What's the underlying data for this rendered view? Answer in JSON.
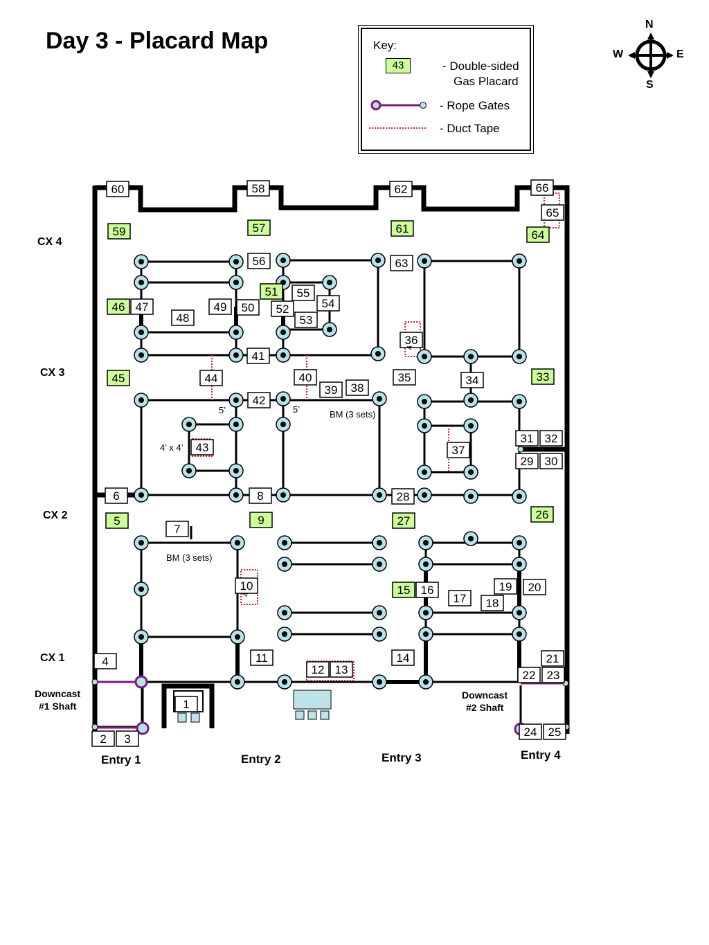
{
  "title": "Day 3 - Placard Map",
  "key": {
    "title": "Key:",
    "placard_example": "43",
    "placard_desc_1": "- Double-sided",
    "placard_desc_2": "Gas Placard",
    "rope_desc": "- Rope Gates",
    "tape_desc": "- Duct Tape"
  },
  "compass": {
    "n": "N",
    "s": "S",
    "e": "E",
    "w": "W"
  },
  "crosscuts": [
    "CX 4",
    "CX 3",
    "CX 2",
    "CX 1"
  ],
  "entries": [
    "Entry 1",
    "Entry 2",
    "Entry 3",
    "Entry 4"
  ],
  "shafts": {
    "downcast1_line1": "Downcast",
    "downcast1_line2": "#1 Shaft",
    "downcast2_line1": "Downcast",
    "downcast2_line2": "#2 Shaft"
  },
  "notes": {
    "bm_upper": "BM (3 sets)",
    "bm_lower": "BM (3 sets)",
    "dim_left": "5’",
    "dim_right": "5’",
    "size_43": "4’ x 4’",
    "vertical_36": "4",
    "vertical_10": "4"
  },
  "placards": {
    "gas": [
      "59",
      "57",
      "61",
      "64",
      "46",
      "51",
      "45",
      "33",
      "5",
      "9",
      "27",
      "26",
      "15"
    ],
    "regular": [
      "60",
      "58",
      "62",
      "66",
      "65",
      "56",
      "63",
      "55",
      "54",
      "47",
      "49",
      "50",
      "52",
      "48",
      "53",
      "36",
      "41",
      "44",
      "40",
      "39",
      "38",
      "35",
      "34",
      "42",
      "31",
      "32",
      "43",
      "37",
      "29",
      "30",
      "6",
      "8",
      "28",
      "7",
      "10",
      "19",
      "20",
      "16",
      "17",
      "18",
      "11",
      "14",
      "21",
      "12",
      "13",
      "4",
      "22",
      "23",
      "1",
      "24",
      "25",
      "2",
      "3"
    ]
  },
  "colors": {
    "gas_fill": "#ccff99",
    "node_fill": "#b8e3ea",
    "rope": "#7b1a7b",
    "tape": "#e02020",
    "equipment": "#bde3ea"
  }
}
